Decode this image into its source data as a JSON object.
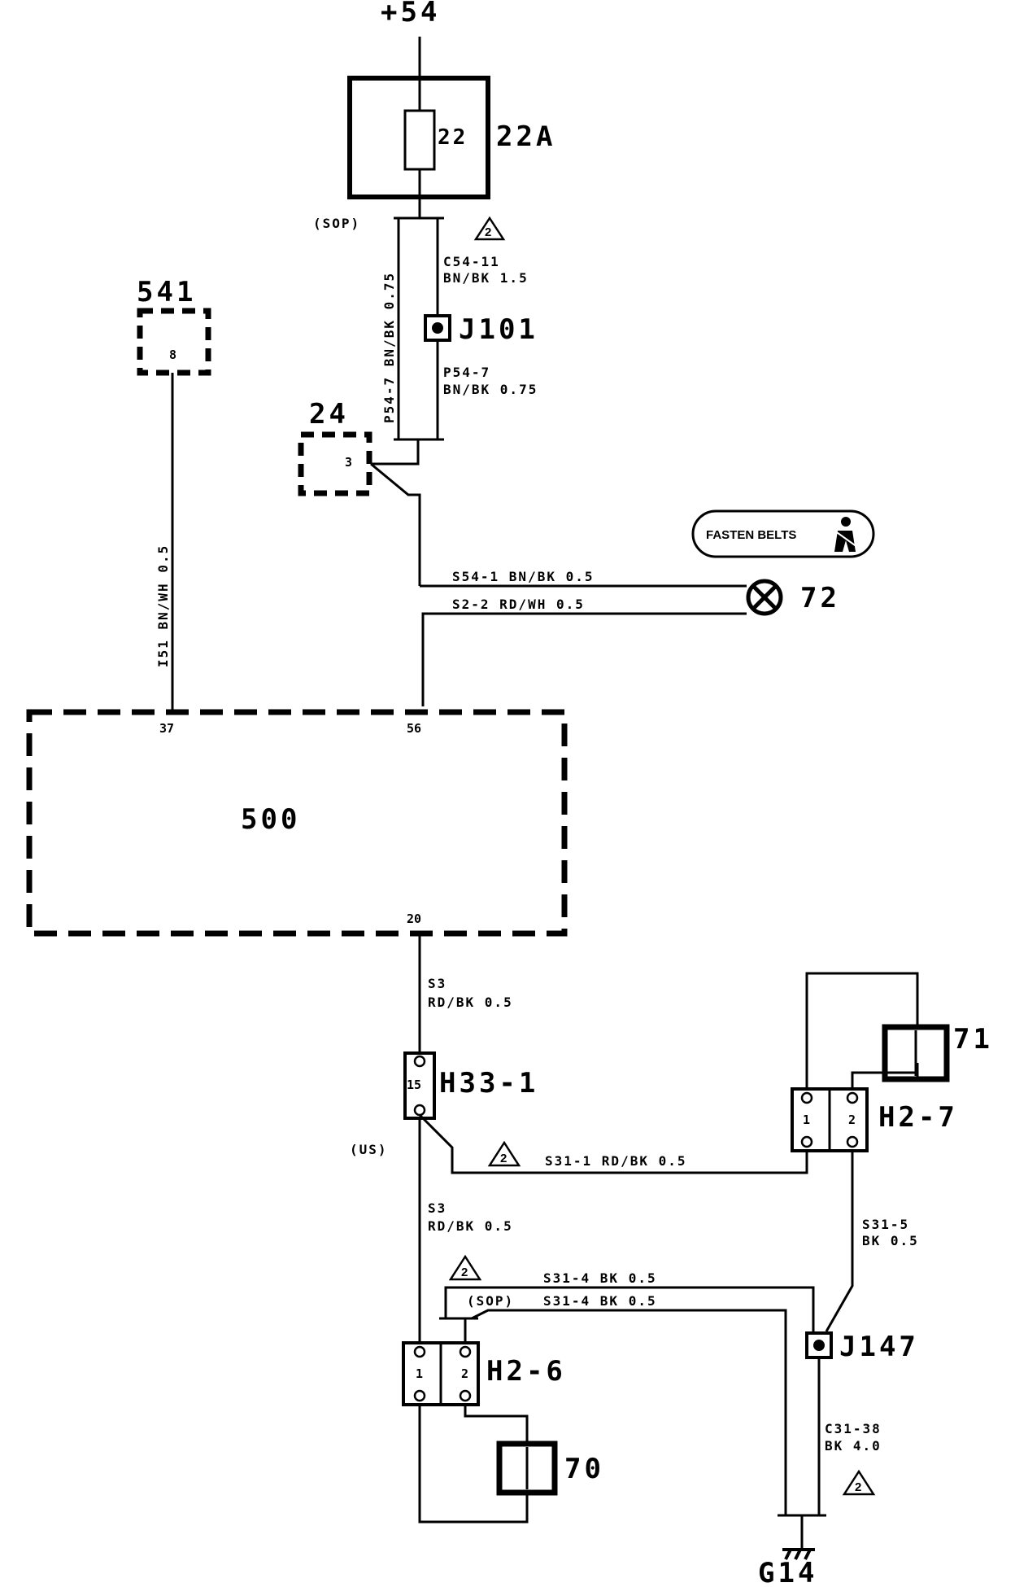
{
  "supply": {
    "label": "+54"
  },
  "fuse": {
    "pin": "22",
    "label": "22A",
    "sop": "(SOP)"
  },
  "wires": {
    "c54_11": "C54-11",
    "c54_11_spec": "BN/BK 1.5",
    "p54_7_vertical": "P54-7 BN/BK 0.75",
    "p54_7": "P54-7",
    "p54_7_spec": "BN/BK 0.75",
    "i51": "I51 BN/WH 0.5",
    "s54_1": "S54-1 BN/BK 0.5",
    "s2_2": "S2-2 RD/WH 0.5",
    "s3_top": "S3",
    "s3_top_spec": "RD/BK 0.5",
    "s3_mid": "S3",
    "s3_mid_spec": "RD/BK 0.5",
    "s31_1": "S31-1 RD/BK 0.5",
    "s31_5": "S31-5",
    "s31_5_spec": "BK 0.5",
    "s31_4_a": "S31-4 BK 0.5",
    "s31_4_b": "S31-4 BK 0.5",
    "c31_38": "C31-38",
    "c31_38_spec": "BK 4.0"
  },
  "splices": {
    "j101": "J101",
    "j147": "J147"
  },
  "component_541": {
    "label": "541",
    "pin": "8"
  },
  "component_24": {
    "label": "24",
    "pin": "3"
  },
  "component_500": {
    "label": "500",
    "pin_37": "37",
    "pin_56": "56",
    "pin_20": "20"
  },
  "lamp_72": {
    "label": "72",
    "sign": "FASTEN BELTS"
  },
  "connector_h33_1": {
    "label": "H33-1",
    "pin": "15",
    "variant": "(US)"
  },
  "connector_h2_7": {
    "label": "H2-7",
    "pin1": "1",
    "pin2": "2"
  },
  "connector_h2_6": {
    "label": "H2-6",
    "pin1": "1",
    "pin2": "2",
    "variant": "(SOP)"
  },
  "switch_71": {
    "label": "71"
  },
  "switch_70": {
    "label": "70"
  },
  "ground": {
    "label": "G14"
  },
  "notes": {
    "triangle": "2"
  }
}
